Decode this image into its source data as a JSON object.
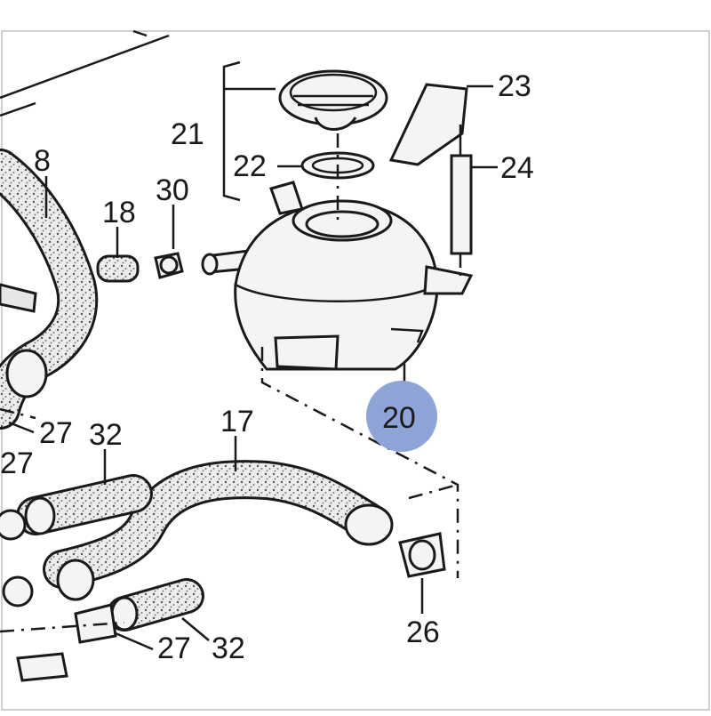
{
  "diagram": {
    "labels": {
      "p8": "8",
      "p17": "17",
      "p18": "18",
      "p20": "20",
      "p21": "21",
      "p22": "22",
      "p23": "23",
      "p24": "24",
      "p26": "26",
      "p27a": "27",
      "p27b": "27",
      "p27c": "27",
      "p30": "30",
      "p32a": "32",
      "p32b": "32"
    },
    "highlight_color": "#8ea3d6",
    "line_color": "#1a1a1a"
  }
}
